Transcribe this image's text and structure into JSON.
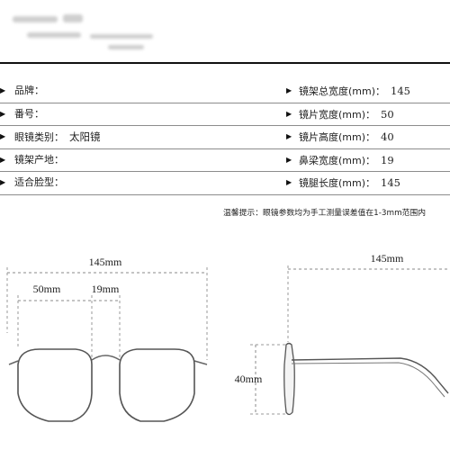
{
  "specs": {
    "left": [
      {
        "label": "品牌：",
        "value": ""
      },
      {
        "label": "番号：",
        "value": ""
      },
      {
        "label": "眼镜类别：",
        "value": "太阳镜"
      },
      {
        "label": "镜架产地：",
        "value": ""
      },
      {
        "label": "适合脸型：",
        "value": ""
      }
    ],
    "right": [
      {
        "label": "镜架总宽度(mm)：",
        "value": "145"
      },
      {
        "label": "镜片宽度(mm)：",
        "value": "50"
      },
      {
        "label": "镜片高度(mm)：",
        "value": "40"
      },
      {
        "label": "鼻梁宽度(mm)：",
        "value": "19"
      },
      {
        "label": "镜腿长度(mm)：",
        "value": "145"
      }
    ]
  },
  "note": "温馨提示：眼镜参数均为手工测量误差值在1-3mm范围内",
  "front_view": {
    "total_width": "145mm",
    "lens_width": "50mm",
    "bridge_width": "19mm"
  },
  "side_view": {
    "temple_length": "145mm",
    "lens_height": "40mm"
  },
  "colors": {
    "text": "#222222",
    "rule": "#111111",
    "table_lines": "#8c8c8c",
    "frame_stroke": "#555555"
  }
}
